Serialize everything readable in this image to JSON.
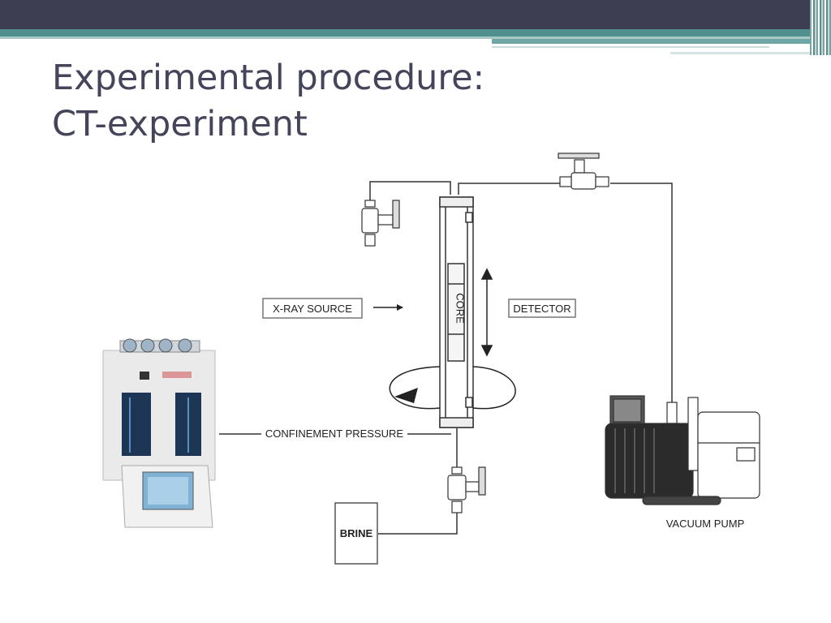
{
  "slide": {
    "title_line1": "Experimental procedure:",
    "title_line2": "CT-experiment"
  },
  "diagram": {
    "labels": {
      "xray_source": "X-RAY SOURCE",
      "detector": "DETECTOR",
      "core": "CORE",
      "confinement_pressure": "CONFINEMENT PRESSURE",
      "brine": "BRINE",
      "vacuum_pump": "VACUUM PUMP"
    }
  },
  "colors": {
    "header_dark": "#3e3e52",
    "header_teal": "#4f8f8e",
    "title_text": "#44445a"
  }
}
